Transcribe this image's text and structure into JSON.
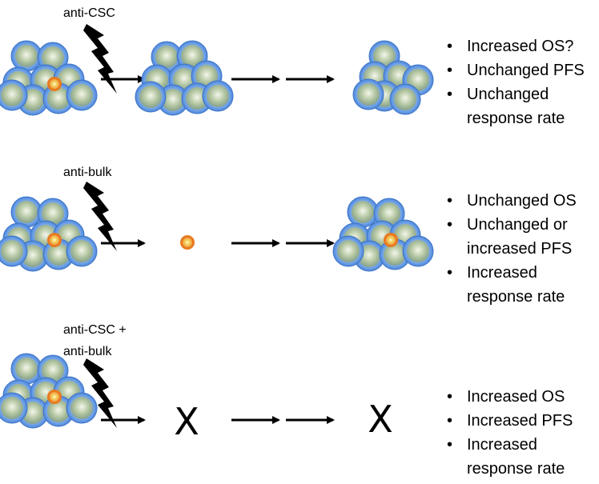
{
  "rows": [
    {
      "treatment": [
        "anti-CSC"
      ],
      "outcomes": [
        "Increased OS?",
        "Unchanged PFS",
        "Unchanged response rate"
      ]
    },
    {
      "treatment": [
        "anti-bulk"
      ],
      "outcomes": [
        "Unchanged OS",
        "Unchanged or increased PFS",
        "Increased response rate"
      ]
    },
    {
      "treatment": [
        "anti-CSC +",
        "anti-bulk"
      ],
      "outcomes": [
        "Increased OS",
        "Increased PFS",
        "Increased response rate"
      ]
    }
  ],
  "eliminated_symbol": "X",
  "colors": {
    "cell_outer": "#5b8fe0",
    "cell_inner": "#a9bf9a",
    "csc_outer": "#e07a20",
    "csc_inner": "#fff3a0",
    "ink": "#000000"
  }
}
